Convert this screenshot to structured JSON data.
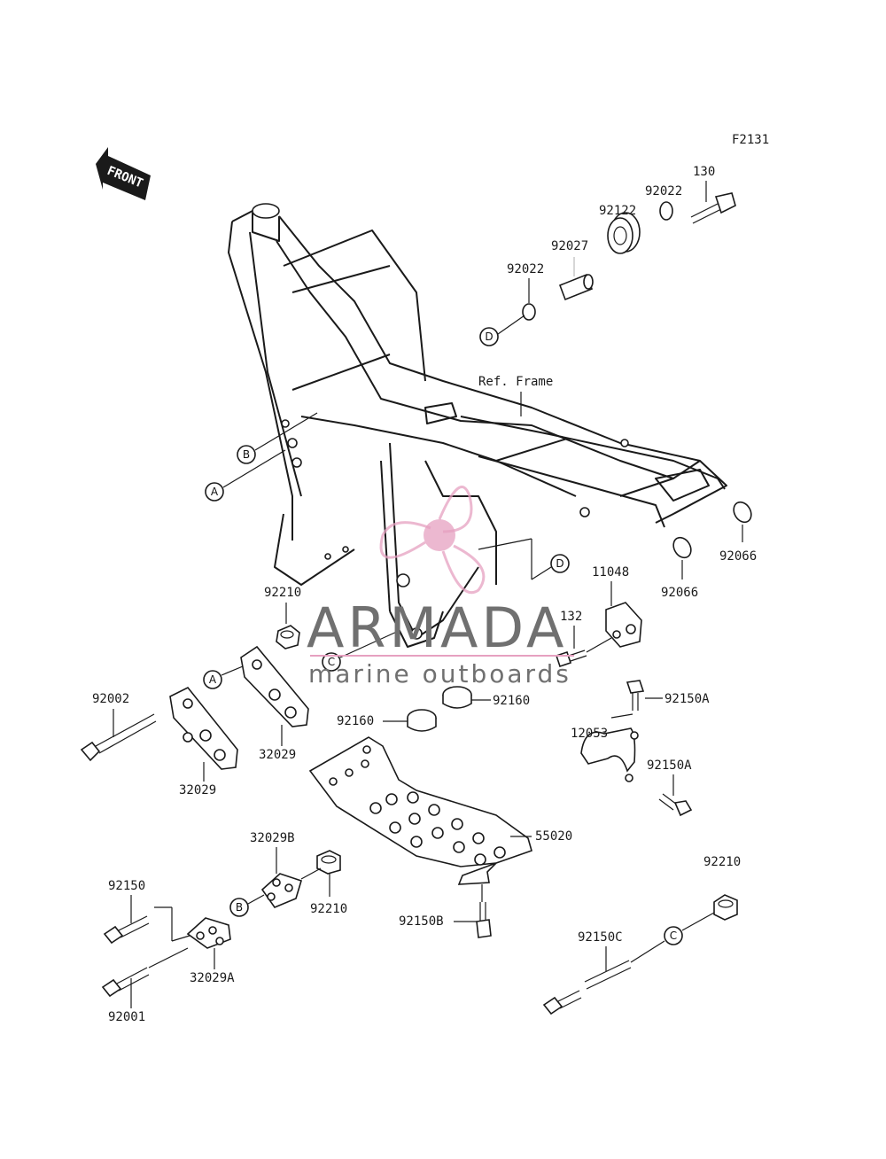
{
  "figure_code": "F2131",
  "front_label": "FRONT",
  "ref_label": "Ref. Frame",
  "watermark": {
    "brand": "ARMADA",
    "subtitle": "marine outboards",
    "accent_color": "#e6a0c0"
  },
  "part_labels": {
    "p130": "130",
    "p92022_top": "92022",
    "p92122": "92122",
    "p92027": "92027",
    "p92022_mid": "92022",
    "p92066_right": "92066",
    "p92066_left": "92066",
    "p11048": "11048",
    "p132": "132",
    "p92210_top": "92210",
    "p92002": "92002",
    "p32029_right": "32029",
    "p32029_left": "32029",
    "p92160_left": "92160",
    "p92160_right": "92160",
    "p92150A_top": "92150A",
    "p12053": "12053",
    "p92150A_bottom": "92150A",
    "p55020": "55020",
    "p92210_right": "92210",
    "p32029B": "32029B",
    "p92210_mid": "92210",
    "p92150": "92150",
    "p32029A": "32029A",
    "p92001": "92001",
    "p92150B": "92150B",
    "p92150C": "92150C"
  },
  "callouts": {
    "a1": "A",
    "a2": "A",
    "b1": "B",
    "b2": "B",
    "c1": "C",
    "c2": "C",
    "d1": "D",
    "d2": "D"
  }
}
